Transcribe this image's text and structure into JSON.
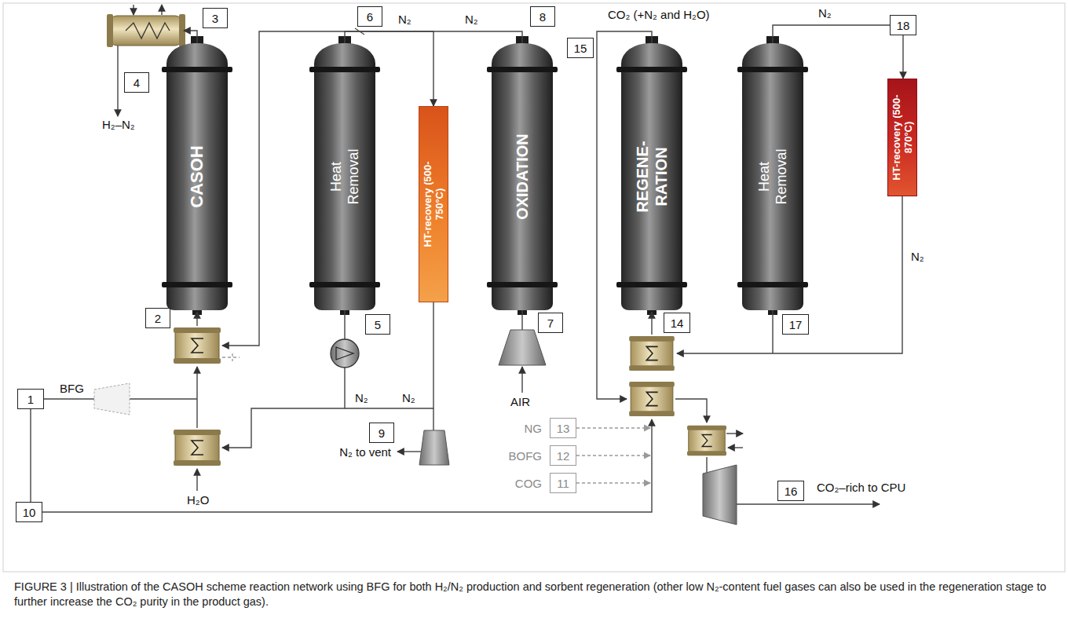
{
  "diagram": {
    "caption": "FIGURE 3 | Illustration of the CASOH scheme reaction network using BFG for both H₂/N₂ production and sorbent regeneration (other low N₂-content fuel gases can also be used in the regeneration stage to further increase the CO₂ purity in the product gas).",
    "nodes": [
      {
        "text": [
          "3"
        ]
      },
      {
        "text": [
          "4"
        ]
      },
      {
        "text": [
          "CASOH"
        ]
      },
      {
        "text": [
          "2"
        ]
      },
      {
        "text": [
          "1"
        ]
      },
      {
        "text": [
          "6"
        ]
      },
      {
        "text": [
          "Heat Removal"
        ]
      },
      {
        "text": [
          "5"
        ]
      },
      {
        "text": [
          "HT-recovery (500-750°C)"
        ]
      },
      {
        "text": [
          "9"
        ]
      },
      {
        "text": [
          "8"
        ]
      },
      {
        "text": [
          "OXIDATION"
        ]
      },
      {
        "text": [
          "7"
        ]
      },
      {
        "text": [
          "15"
        ]
      },
      {
        "text": [
          "REGENE- RATION"
        ]
      },
      {
        "text": [
          "14"
        ]
      },
      {
        "text": [
          "18"
        ]
      },
      {
        "text": [
          "Heat Removal"
        ]
      },
      {
        "text": [
          "17"
        ]
      },
      {
        "text": [
          "HT-recovery (500-870°C)"
        ]
      },
      {
        "text": [
          "13"
        ]
      },
      {
        "text": [
          "12"
        ]
      },
      {
        "text": [
          "11"
        ]
      },
      {
        "text": [
          "10"
        ]
      },
      {
        "text": [
          "16"
        ]
      }
    ],
    "edges": [
      {
        "from": 6,
        "to": 8,
        "arrow": "to"
      },
      {
        "from": 17,
        "to": 16,
        "arrow": "none"
      },
      {
        "from": 16,
        "to": 19,
        "arrow": "to"
      }
    ],
    "labels": [
      "H₂–N₂",
      "N₂",
      "N₂",
      "CO₂ (+N₂ and H₂O)",
      "N₂",
      "BFG",
      "N₂",
      "N₂",
      "H₂O",
      "N₂ to vent",
      "AIR",
      "NG",
      "BOFG",
      "COG",
      "CO₂–rich to CPU",
      "N₂"
    ]
  }
}
